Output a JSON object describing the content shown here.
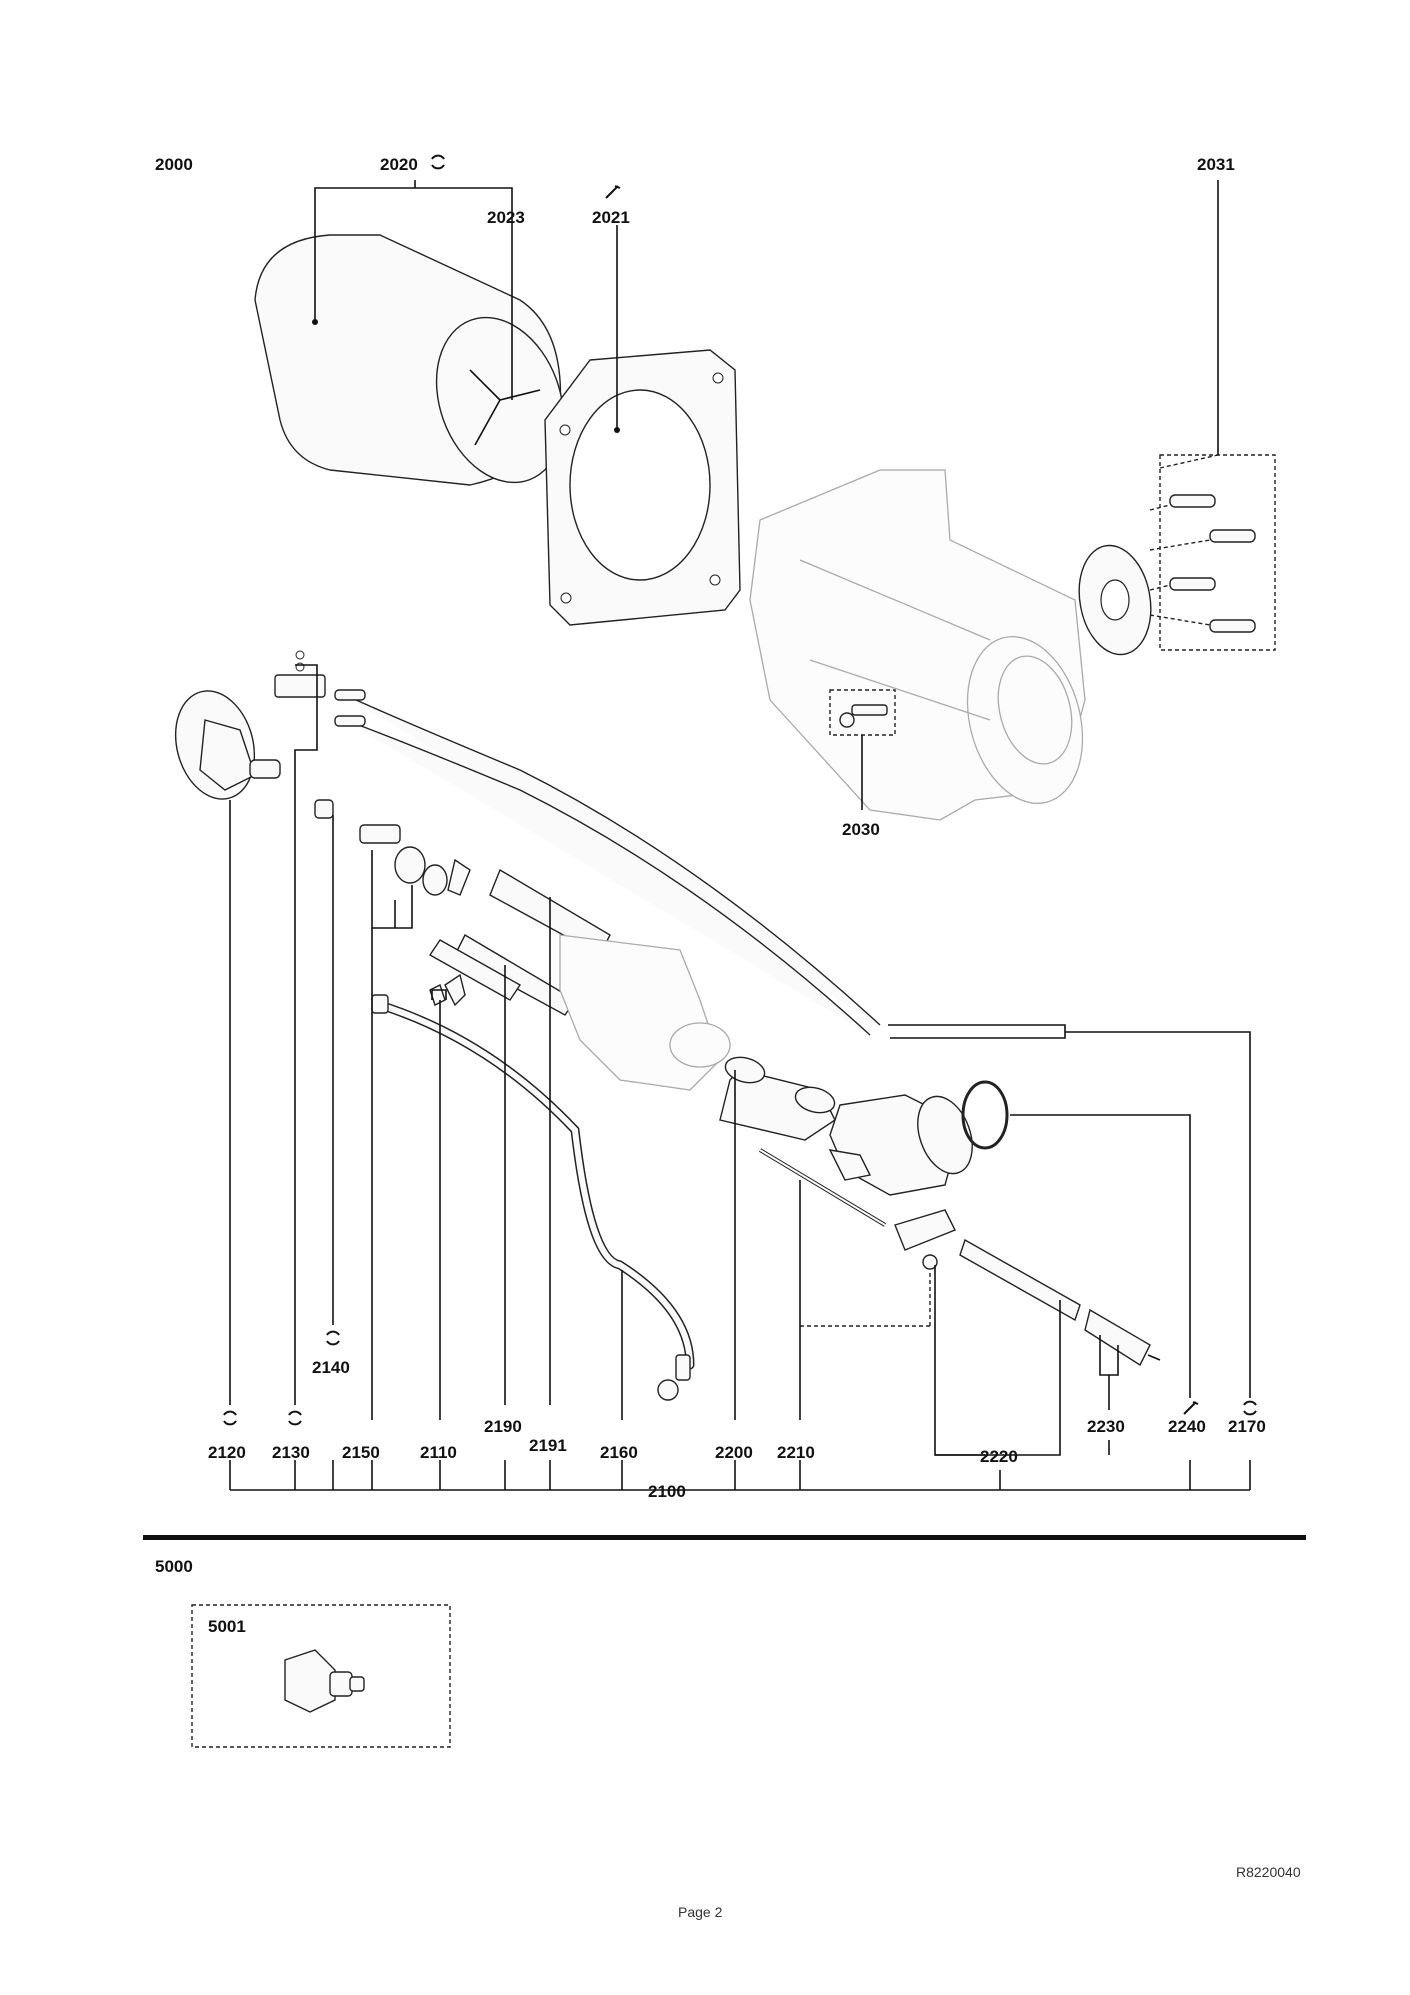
{
  "labels": {
    "l2000": "2000",
    "l2020": "2020",
    "l2023": "2023",
    "l2021": "2021",
    "l2031": "2031",
    "l2030": "2030",
    "l2140": "2140",
    "l2190": "2190",
    "l2191": "2191",
    "l2120": "2120",
    "l2130": "2130",
    "l2150": "2150",
    "l2110": "2110",
    "l2160": "2160",
    "l2200": "2200",
    "l2210": "2210",
    "l2220": "2220",
    "l2230": "2230",
    "l2240": "2240",
    "l2170": "2170",
    "l2100": "2100",
    "l5000": "5000",
    "l5001": "5001"
  },
  "footer": {
    "drawing_ref": "R8220040",
    "page": "Page 2"
  },
  "icons": {
    "refresh": "circular-arrows-icon",
    "tool": "wrench-icon"
  }
}
